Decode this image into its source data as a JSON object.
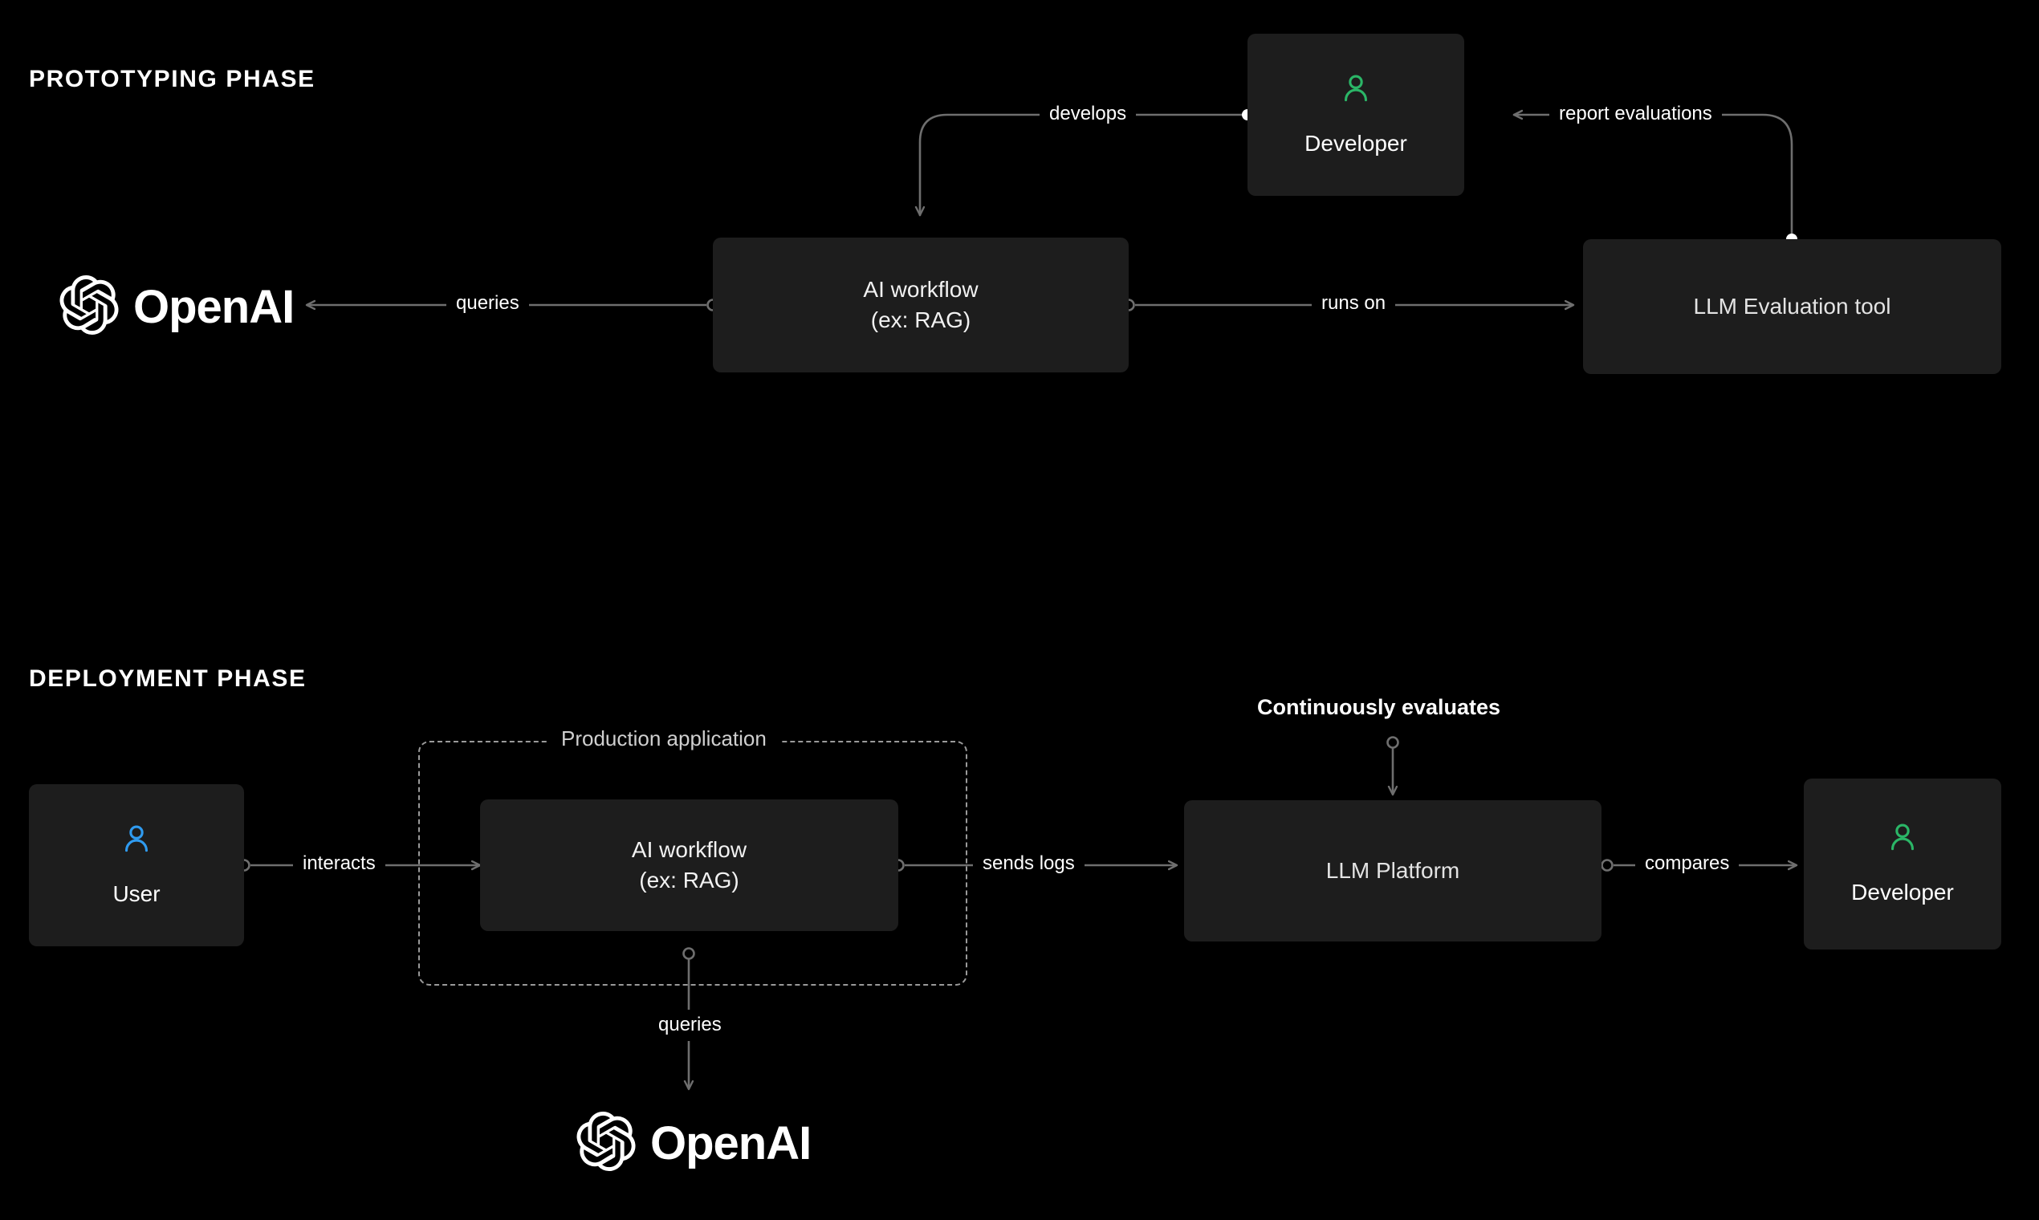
{
  "diagram": {
    "title_prototyping": "PROTOTYPING PHASE",
    "title_deployment": "DEPLOYMENT PHASE",
    "colors": {
      "background": "#000000",
      "node_fill": "#1d1d1d",
      "wire": "#6e6e6e",
      "dashed_border": "#9a9a9a",
      "developer_icon": "#2bb667",
      "user_icon": "#2f9bf0",
      "text_primary": "#ffffff",
      "text_node": "#e3e3e3"
    }
  },
  "prototyping": {
    "nodes": {
      "openai": {
        "label": "OpenAI",
        "icon": "openai-logo-icon"
      },
      "ai_workflow": {
        "label": "AI workflow\n(ex: RAG)"
      },
      "developer": {
        "label": "Developer",
        "icon": "person-icon"
      },
      "llm_eval_tool": {
        "label": "LLM Evaluation tool"
      }
    },
    "edges": {
      "queries": "queries",
      "runs_on": "runs on",
      "develops": "develops",
      "report_evaluations": "report evaluations"
    }
  },
  "deployment": {
    "nodes": {
      "user": {
        "label": "User",
        "icon": "person-icon"
      },
      "ai_workflow": {
        "label": "AI workflow\n(ex: RAG)"
      },
      "llm_platform": {
        "label": "LLM Platform"
      },
      "developer": {
        "label": "Developer",
        "icon": "person-icon"
      },
      "openai": {
        "label": "OpenAI",
        "icon": "openai-logo-icon"
      }
    },
    "group": {
      "label": "Production application"
    },
    "edges": {
      "interacts": "interacts",
      "sends_logs": "sends logs",
      "compares": "compares",
      "queries": "queries",
      "continuously_evaluates": "Continuously evaluates"
    }
  }
}
